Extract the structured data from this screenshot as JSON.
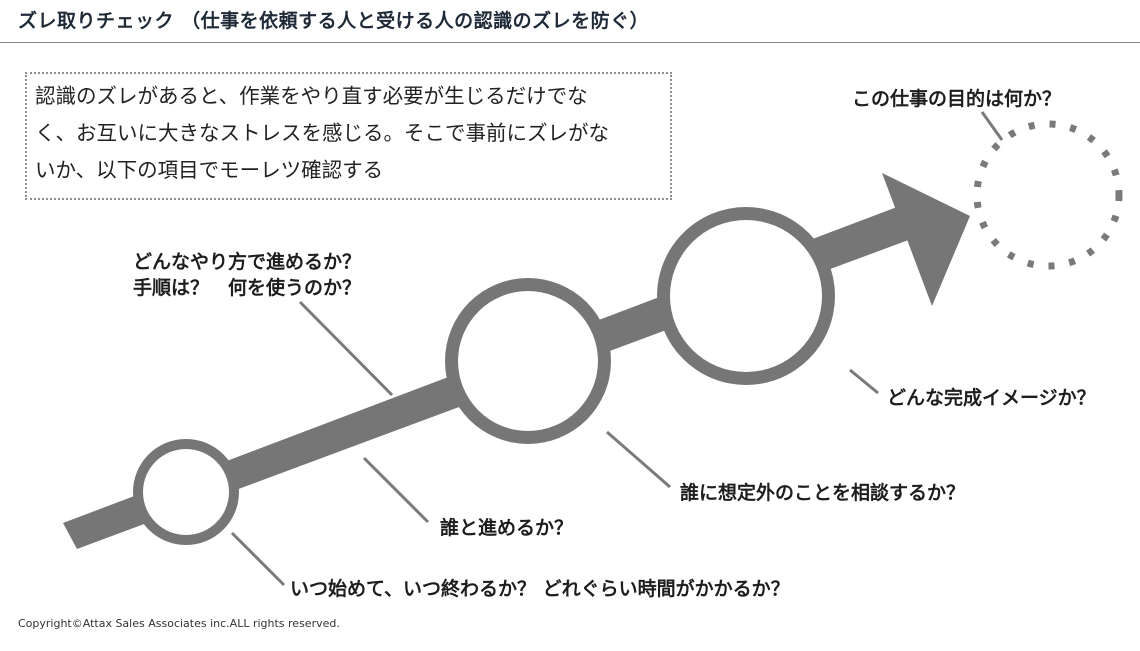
{
  "title": "ズレ取りチェック （仕事を依頼する人と受ける人の認識のズレを防ぐ）",
  "note": {
    "lines": [
      "認識のズレがあると、作業をやり直す必要が生じるだけでな",
      "く、お互いに大きなストレスを感じる。そこで事前にズレがな",
      "いか、以下の項目でモーレツ確認する"
    ]
  },
  "labels": {
    "purpose": "この仕事の目的は何か？",
    "method_line1": "どんなやり方で進めるか？",
    "method_line2": "手順は？　何を使うのか？",
    "completion_image": "どんな完成イメージか？",
    "consult": "誰に想定外のことを相談するか？",
    "partner": "誰と進めるか？",
    "timing": "いつ始めて、いつ終わるか？ どれぐらい時間がかかるか？"
  },
  "footer": {
    "copyright": "Copyright©Attax Sales Associates inc.ALL rights reserved."
  },
  "colors": {
    "arrow": "#767676",
    "connector": "#7a7a7a",
    "dotted_circle": "#7a7a7a"
  }
}
